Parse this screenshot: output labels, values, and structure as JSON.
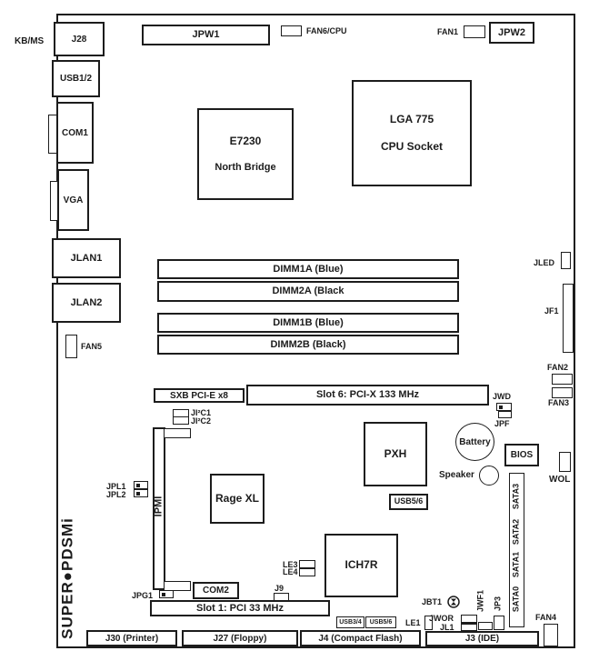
{
  "logo": {
    "brand": "SUPER",
    "dot": "●",
    "model": "PDSMi"
  },
  "rear_io": {
    "kbms": "KB/MS",
    "j28": "J28",
    "usb12": "USB1/2",
    "com1": "COM1",
    "vga": "VGA",
    "jlan1": "JLAN1",
    "jlan2": "JLAN2"
  },
  "power": {
    "jpw1": "JPW1",
    "jpw2": "JPW2"
  },
  "fans": {
    "fan1": "FAN1",
    "fan2": "FAN2",
    "fan3": "FAN3",
    "fan4": "FAN4",
    "fan5": "FAN5",
    "fan6_cpu": "FAN6/CPU"
  },
  "chips": {
    "north_bridge_line1": "E7230",
    "north_bridge_line2": "North Bridge",
    "cpu_socket_line1": "LGA 775",
    "cpu_socket_line2": "CPU Socket",
    "pxh": "PXH",
    "ich7r": "ICH7R",
    "rage_xl": "Rage XL",
    "bios": "BIOS",
    "battery": "Battery",
    "speaker": "Speaker"
  },
  "memory": {
    "dimm1a": "DIMM1A (Blue)",
    "dimm2a": "DIMM2A (Black",
    "dimm1b": "DIMM1B (Blue)",
    "dimm2b": "DIMM2B (Black)"
  },
  "slots": {
    "sxb": "SXB PCI-E x8",
    "slot6": "Slot 6: PCI-X 133 MHz",
    "slot1": "Slot 1: PCI 33 MHz",
    "ipmi": "IPMI"
  },
  "headers": {
    "com2": "COM2",
    "usb34": "USB3/4",
    "usb56_mid": "USB5/6",
    "usb56_bottom": "USB5/6",
    "jf1": "JF1",
    "jled": "JLED",
    "wol": "WOL",
    "j9": "J9",
    "le1": "LE1",
    "le3": "LE3",
    "le4": "LE4"
  },
  "jumpers": {
    "ji2c1": "JI²C1",
    "ji2c2": "JI²C2",
    "jwd": "JWD",
    "jpf": "JPF",
    "jpl1": "JPL1",
    "jpl2": "JPL2",
    "jpg1": "JPG1",
    "jbt1": "JBT1",
    "jwor": "JWOR",
    "jl1": "JL1",
    "jwf1": "JWF1",
    "jp3": "JP3"
  },
  "sata": {
    "sata0": "SATA0",
    "sata1": "SATA1",
    "sata2": "SATA2",
    "sata3": "SATA3"
  },
  "bottom_connectors": {
    "j30": "J30 (Printer)",
    "j27": "J27 (Floppy)",
    "j4": "J4 (Compact Flash)",
    "j3": "J3 (IDE)"
  }
}
